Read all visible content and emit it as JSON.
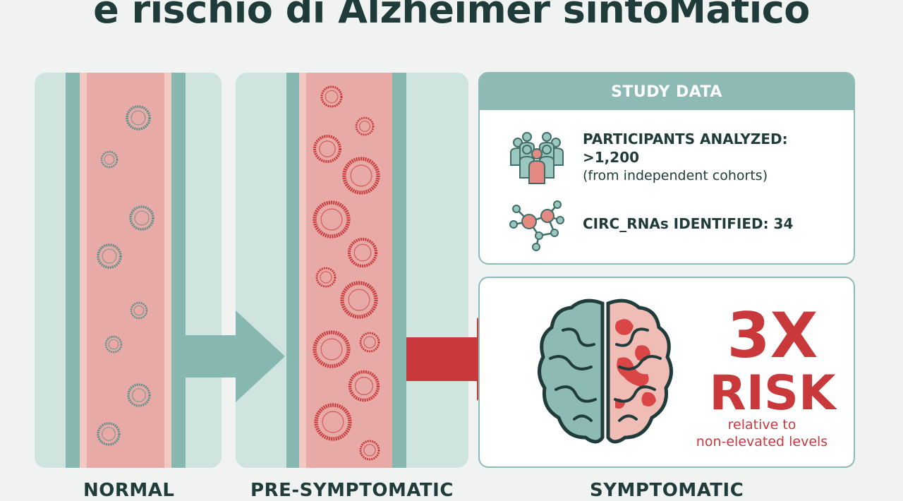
{
  "title": "e rischio di Alzheimer sintoMatico",
  "stages": [
    {
      "label": "NORMAL"
    },
    {
      "label": "PRE-SYMPTOMATIC"
    },
    {
      "label": "SYMPTOMATIC"
    }
  ],
  "study": {
    "header": "STUDY DATA",
    "participants_label": "PARTICIPANTS ANALYZED:",
    "participants_value": ">1,200",
    "participants_note": "(from independent cohorts)",
    "circrna_label": "CIRC_RNAs IDENTIFIED: 34"
  },
  "risk": {
    "value": "3X",
    "label": "RISK",
    "note_line1": "relative to",
    "note_line2": "non-elevated levels"
  },
  "colors": {
    "teal": "#86b7b1",
    "teal_dark": "#5d8e88",
    "red": "#c9393c",
    "pink": "#e7aaa6",
    "text_dark": "#1f3c3a"
  },
  "icons": [
    "people-group-icon",
    "molecule-network-icon",
    "brain-icon",
    "right-arrow-icon"
  ]
}
